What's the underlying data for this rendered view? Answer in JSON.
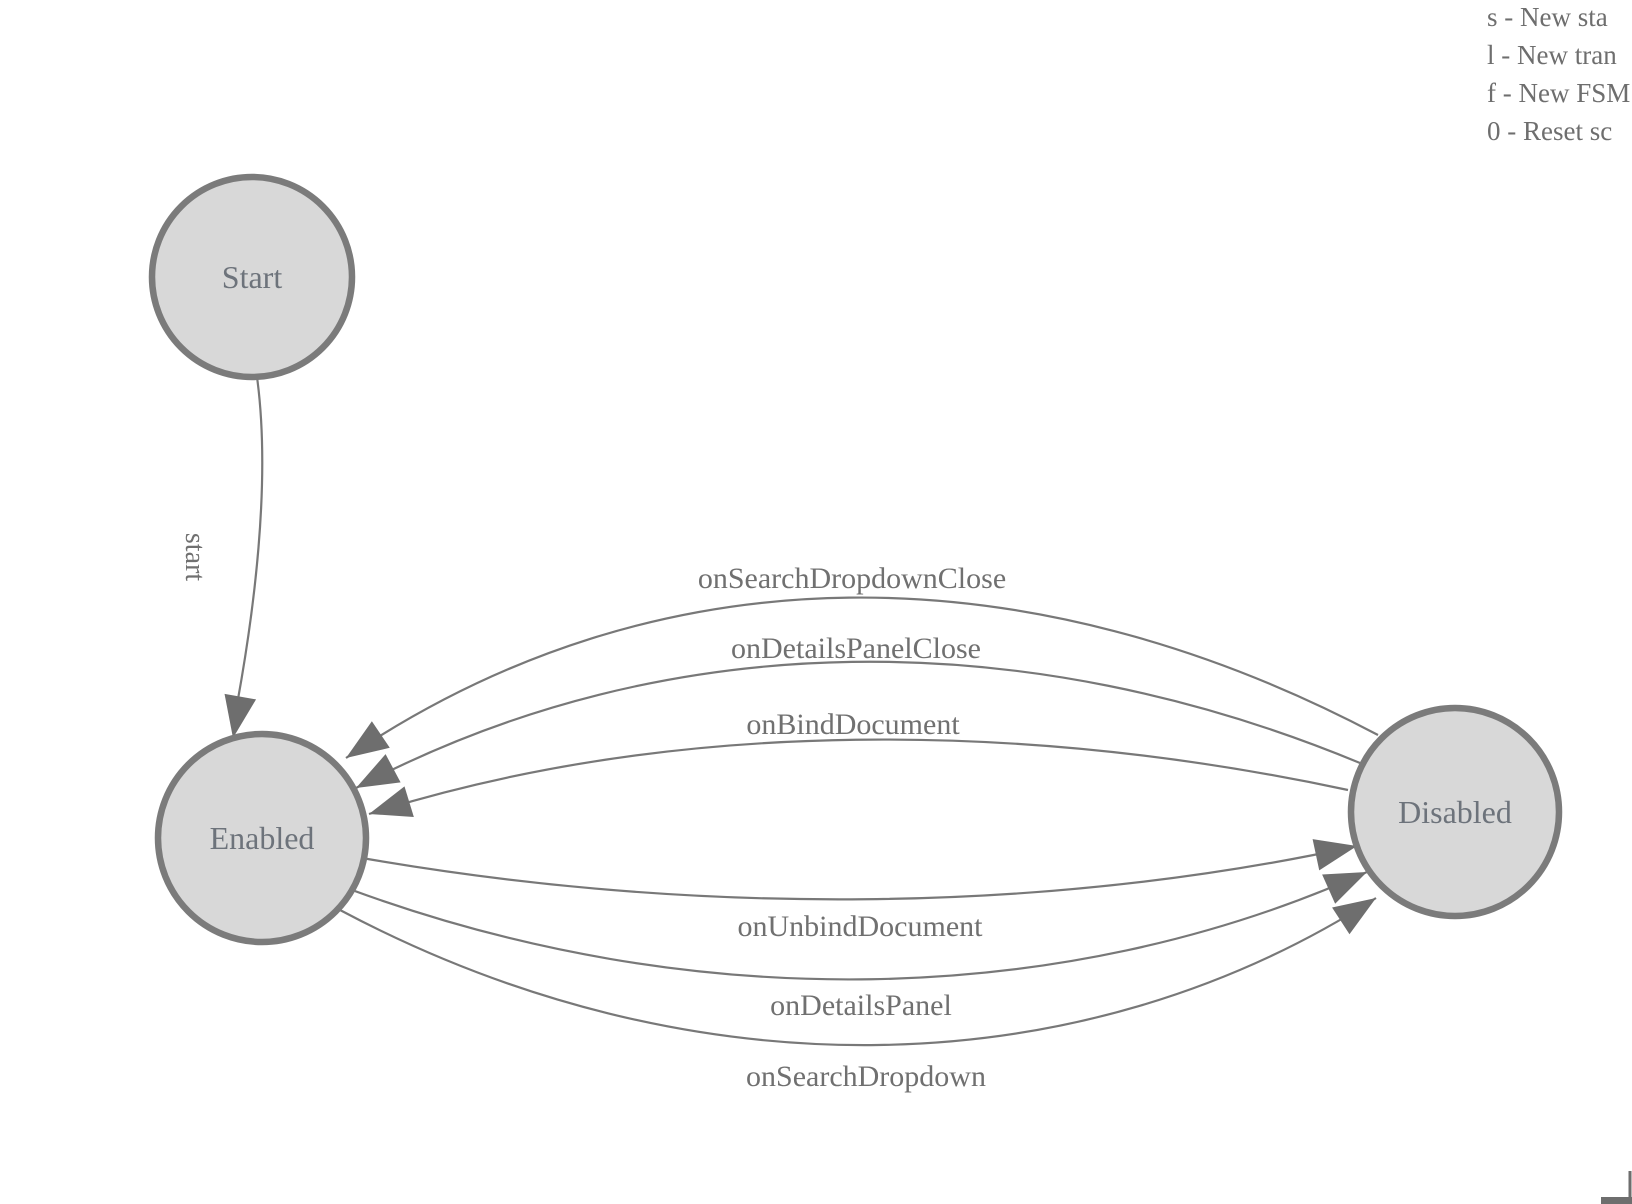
{
  "legend": {
    "lines": [
      "s - New sta",
      "l - New tran",
      "f - New FSM",
      "0 - Reset sc"
    ]
  },
  "fsm": {
    "states": [
      {
        "label": "Start"
      },
      {
        "label": "Enabled"
      },
      {
        "label": "Disabled"
      }
    ],
    "transitions": [
      {
        "label": "start",
        "from": "Start",
        "to": "Enabled"
      },
      {
        "label": "onSearchDropdownClose",
        "from": "Disabled",
        "to": "Enabled"
      },
      {
        "label": "onDetailsPanelClose",
        "from": "Disabled",
        "to": "Enabled"
      },
      {
        "label": "onBindDocument",
        "from": "Disabled",
        "to": "Enabled"
      },
      {
        "label": "onUnbindDocument",
        "from": "Enabled",
        "to": "Disabled"
      },
      {
        "label": "onDetailsPanel",
        "from": "Enabled",
        "to": "Disabled"
      },
      {
        "label": "onSearchDropdown",
        "from": "Enabled",
        "to": "Disabled"
      }
    ]
  },
  "colors": {
    "background": "#ffffff",
    "node_fill": "#d8d8d8",
    "node_stroke": "#7b7b7b",
    "edge_stroke": "#787878",
    "arrow_fill": "#6e6e6e",
    "node_label_text": "#6d737b",
    "edge_label_text": "#707070",
    "legend_text": "#6e6e6e"
  }
}
